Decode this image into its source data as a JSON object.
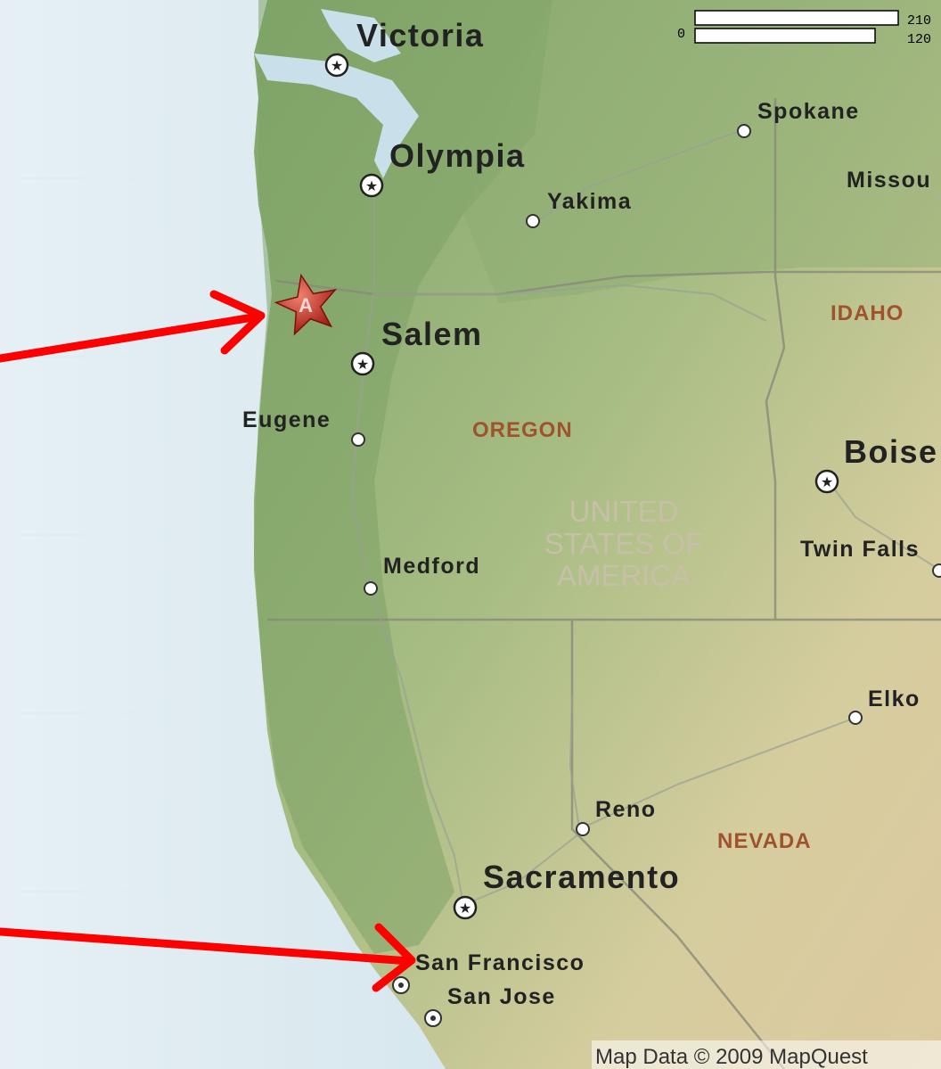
{
  "cities": {
    "victoria": "Victoria",
    "olympia": "Olympia",
    "spokane": "Spokane",
    "missoula": "Missou",
    "yakima": "Yakima",
    "salem": "Salem",
    "eugene": "Eugene",
    "boise": "Boise",
    "twin_falls": "Twin Falls",
    "medford": "Medford",
    "elko": "Elko",
    "reno": "Reno",
    "sacramento": "Sacramento",
    "san_francisco": "San Francisco",
    "san_jose": "San Jose"
  },
  "states": {
    "idaho": "IDAHO",
    "oregon": "OREGON",
    "nevada": "NEVADA"
  },
  "country": {
    "line1": "UNITED",
    "line2": "STATES OF",
    "line3": "AMERICA"
  },
  "marker": {
    "label": "A"
  },
  "scale": {
    "zero": "0",
    "top": "210",
    "bottom": "120"
  },
  "copyright": "Map Data  © 2009 MapQuest",
  "colors": {
    "ocean": "#cfe3ee",
    "land_green": "#8fb07a",
    "land_tan": "#d9cfa2",
    "arrow": "#ff0000",
    "marker": "#c0392b",
    "state_label": "#a0522d"
  }
}
